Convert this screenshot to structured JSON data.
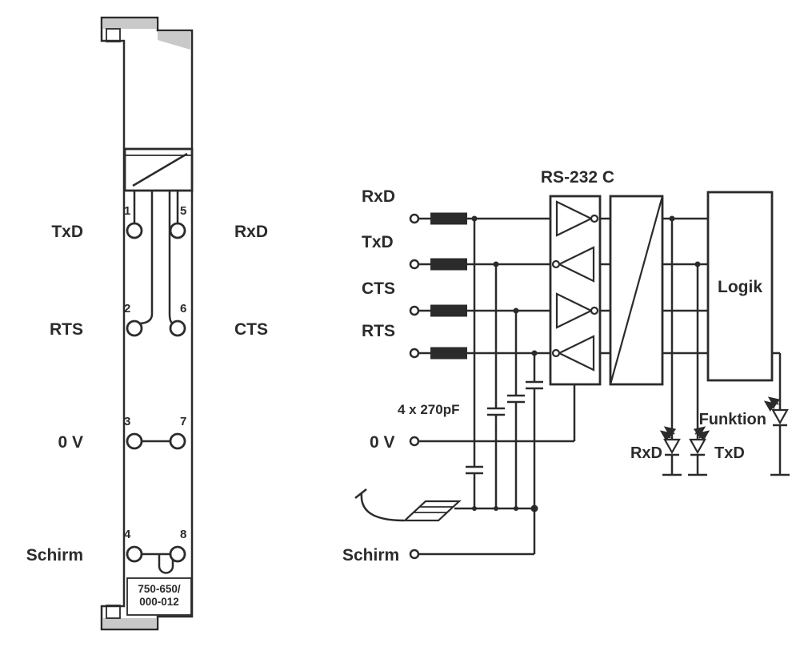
{
  "page": {
    "background": "#ffffff",
    "ink": "#2b2b2b"
  },
  "module": {
    "part_number": {
      "line1": "750-650/",
      "line2": "000-012"
    },
    "pins": {
      "p1": "1",
      "p2": "2",
      "p3": "3",
      "p4": "4",
      "p5": "5",
      "p6": "6",
      "p7": "7",
      "p8": "8"
    },
    "labels": {
      "txd": "TxD",
      "rxd": "RxD",
      "rts": "RTS",
      "cts": "CTS",
      "zero_v": "0 V",
      "schirm": "Schirm"
    }
  },
  "schematic": {
    "inputs": {
      "rxd": "RxD",
      "txd": "TxD",
      "cts": "CTS",
      "rts": "RTS"
    },
    "zero_v": "0 V",
    "schirm": "Schirm",
    "cap_label": "4 x 270pF",
    "transceiver_label": "RS-232 C",
    "logic_label": "Logik",
    "leds": {
      "rxd": "RxD",
      "txd": "TxD",
      "funktion": "Funktion"
    }
  }
}
